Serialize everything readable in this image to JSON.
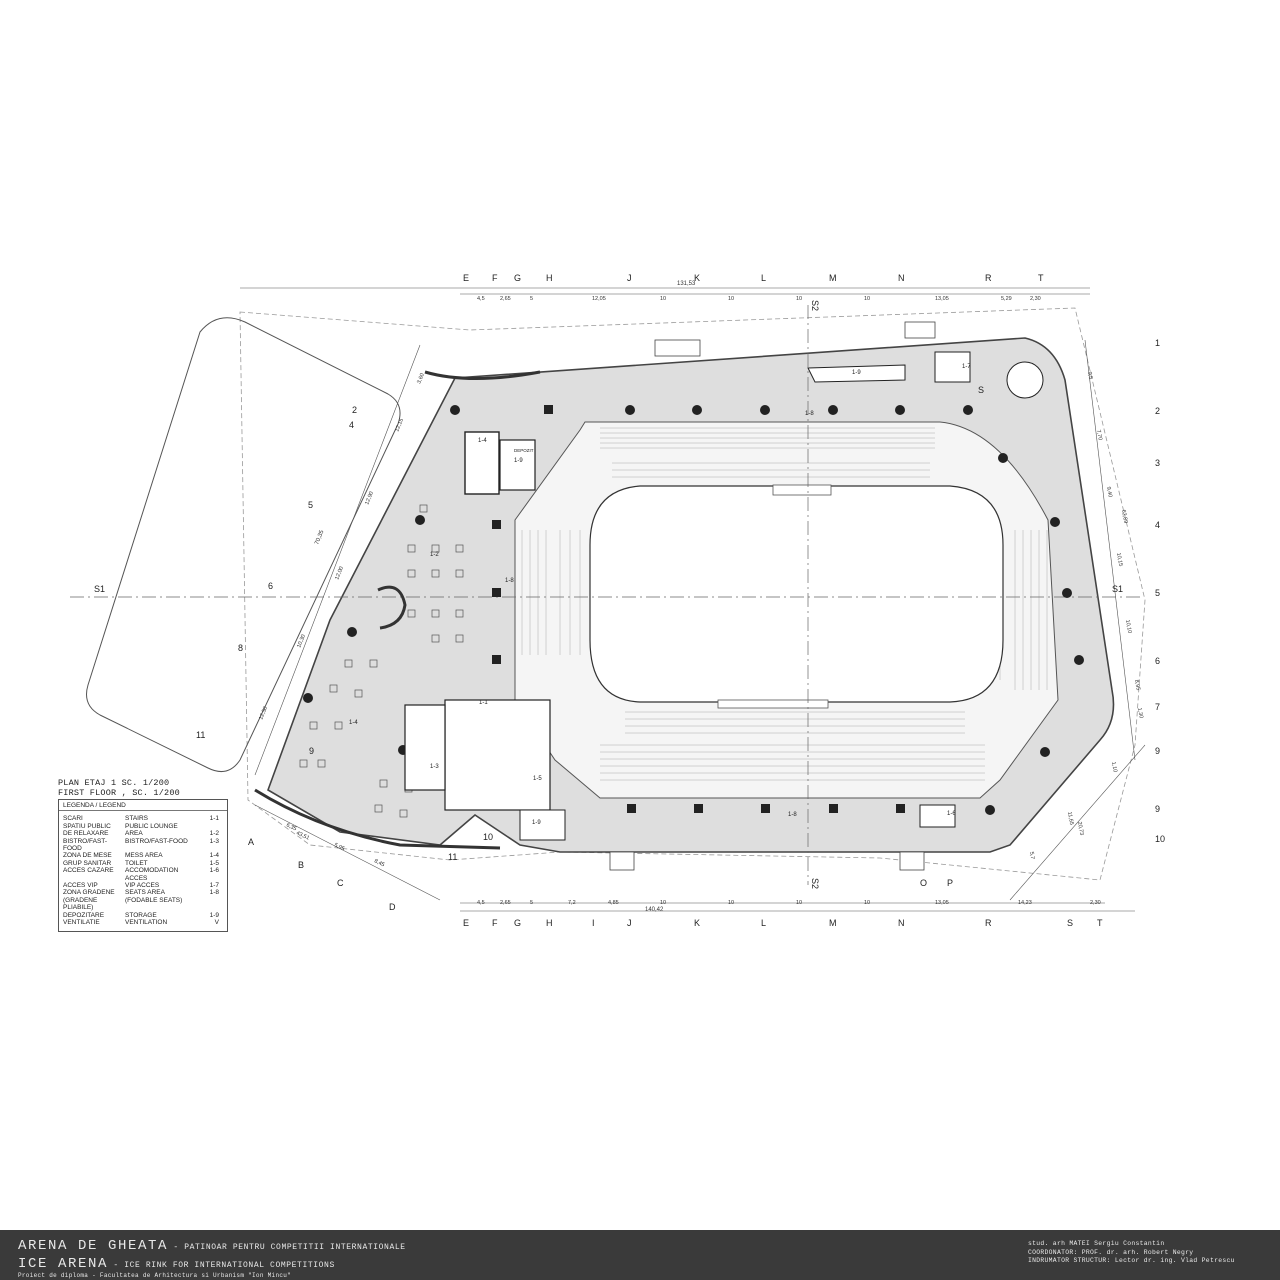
{
  "grid": {
    "top_letters": [
      "E",
      "F",
      "G",
      "H",
      "J",
      "K",
      "L",
      "M",
      "N",
      "R",
      "T"
    ],
    "top_dims": [
      "4,5",
      "2,65",
      "5",
      "12,05",
      "10",
      "10",
      "10",
      "10",
      "13,05",
      "5,29",
      "2,30"
    ],
    "top_total": "131,53",
    "bottom_letters": [
      "E",
      "F",
      "G",
      "H",
      "I",
      "J",
      "K",
      "L",
      "M",
      "N",
      "R",
      "S",
      "T"
    ],
    "bottom_dims": [
      "4,5",
      "2,65",
      "5",
      "7,2",
      "4,85",
      "10",
      "10",
      "10",
      "10",
      "13,05",
      "14,23",
      "2,30"
    ],
    "bottom_total": "140,42",
    "right_numbers": [
      "1",
      "2",
      "3",
      "4",
      "5",
      "6",
      "7",
      "9",
      "9",
      "10"
    ],
    "right_dims": [
      "9,5",
      "7,70",
      "9,40",
      "10,15",
      "10,10",
      "8,95",
      "1,30",
      "1,10",
      "11,65",
      "5,7"
    ],
    "right_totals": [
      "62,89",
      "20,73"
    ],
    "left_numbers": [
      "2",
      "4",
      "5",
      "6",
      "8",
      "9",
      "11"
    ],
    "left_dims": [
      "3,60",
      "12,15",
      "12,90",
      "12,00",
      "10,30",
      "12,50"
    ],
    "left_total": "70,35",
    "left_bottom_letters": [
      "A",
      "B",
      "C",
      "D",
      "11"
    ],
    "left_bottom_dims": [
      "6,35",
      "43,51",
      "5,95",
      "8,45"
    ]
  },
  "sections": {
    "s1": "S1",
    "s2": "S2"
  },
  "labels": {
    "stairs": "1-1",
    "lounge": "1-2",
    "bistro1": "1-3",
    "mess": "1-4",
    "mess2": "1-4",
    "toilet": "1-5",
    "vip": "1-6",
    "accom": "1-7",
    "seats": "1-8",
    "vent": "1-9",
    "depozit": "DEPOZIT",
    "door_o": "O",
    "door_p": "P",
    "room10": "10",
    "s_mark": "S"
  },
  "legend": {
    "title_ro": "PLAN ETAJ 1 SC. 1/200",
    "title_en": "FIRST FLOOR , SC. 1/200",
    "header": "LEGENDA / LEGEND",
    "rows": [
      {
        "ro": "SCARI",
        "en": "STAIRS",
        "code": "1-1"
      },
      {
        "ro": "SPATIU PUBLIC",
        "en": "PUBLIC LOUNGE",
        "code": ""
      },
      {
        "ro": " DE RELAXARE",
        "en": "AREA",
        "code": "1-2"
      },
      {
        "ro": "BISTRO/FAST-FOOD",
        "en": "BISTRO/FAST-FOOD",
        "code": "1-3"
      },
      {
        "ro": "ZONA DE MESE",
        "en": "MESS AREA",
        "code": "1-4"
      },
      {
        "ro": "GRUP SANITAR",
        "en": "TOILET",
        "code": "1-5"
      },
      {
        "ro": "ACCES CAZARE",
        "en": "ACCOMODATION ACCES",
        "code": "1-6"
      },
      {
        "ro": "ACCES VIP",
        "en": "VIP ACCES",
        "code": "1-7"
      },
      {
        "ro": "ZONA GRADENE",
        "en": "SEATS AREA",
        "code": "1-8"
      },
      {
        "ro": "(GRADENE PLIABILE)",
        "en": "(FODABLE SEATS)",
        "code": ""
      },
      {
        "ro": "DEPOZITARE",
        "en": "STORAGE",
        "code": "1-9"
      },
      {
        "ro": "VENTILATIE",
        "en": "VENTILATION",
        "code": "V"
      }
    ]
  },
  "footer": {
    "title_ro": "ARENA DE GHEATA",
    "sub_ro": " - PATINOAR PENTRU COMPETITII INTERNATIONALE",
    "title_en": "ICE ARENA",
    "sub_en": " - ICE RINK FOR INTERNATIONAL COMPETITIONS",
    "project": "Proiect de diploma - Facultatea de Arhitectura si Urbanism \"Ion Mincu\"",
    "student": "stud. arh MATEI Sergiu Constantin",
    "coordinator": "COORDONATOR: PROF. dr. arh. Robert Negry",
    "structure": "INDRUMATOR STRUCTUR: Lector dr. ing. Vlad Petrescu"
  },
  "colors": {
    "floor": "#dedede",
    "line": "#444444",
    "bar": "#3a3a3a"
  }
}
